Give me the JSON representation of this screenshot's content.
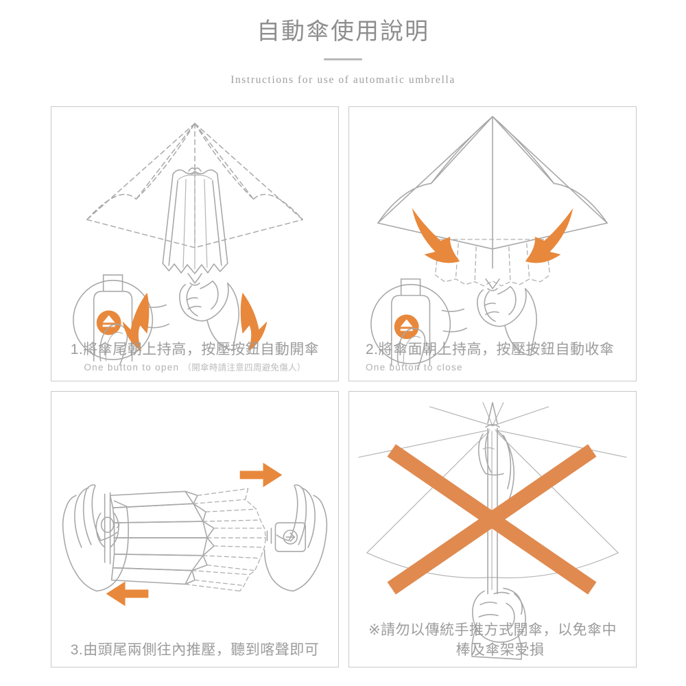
{
  "header": {
    "title": "自動傘使用說明",
    "subtitle": "Instructions for use of automatic umbrella",
    "divider_color": "#b9b9b9"
  },
  "theme": {
    "accent_orange": "#e8883c",
    "x_mark_orange": "#e08a50",
    "line_gray": "#a8a8a8",
    "text_gray": "#9c9c9c",
    "border_gray": "#c8c8c8",
    "background": "#ffffff"
  },
  "panels": [
    {
      "id": "step-1-open",
      "number": "1.",
      "caption_cn": "1.將傘尾朝上持高，按壓按鈕自動開傘",
      "caption_en": "One button to open",
      "caption_note": "（開傘時請注意四周避免傷人）",
      "align": "center",
      "illustration": "closed-umbrella-opening-with-dashed-canopy-and-button-inset",
      "button_icon": "eject-up-arrow-icon",
      "arrows": "two-curved-orange-arrows-outward-up"
    },
    {
      "id": "step-2-close",
      "number": "2.",
      "caption_cn": "2.將傘面朝上持高，按壓按鈕自動收傘",
      "caption_en": "One button to close",
      "caption_note": "",
      "align": "left",
      "illustration": "open-umbrella-closing-with-dashed-folds-and-button-inset",
      "button_icon": "eject-up-arrow-icon",
      "arrows": "two-curved-orange-arrows-inward-down"
    },
    {
      "id": "step-3-push",
      "number": "3.",
      "caption_cn": "3.由頭尾兩側往內推壓，聽到喀聲即可",
      "caption_en": "",
      "caption_note": "",
      "align": "center",
      "illustration": "two-hands-compressing-folded-umbrella-horizontally",
      "arrows": "two-straight-orange-arrows-inward"
    },
    {
      "id": "warning-no-manual-open",
      "number": "※",
      "caption_cn": "※請勿以傳統手推方式開傘，以免傘中",
      "caption_cn_line2": "棒及傘架受損",
      "caption_en": "",
      "caption_note": "",
      "align": "center",
      "illustration": "hand-manually-pushing-umbrella-crossed-out",
      "mark": "orange-x-cross-mark"
    }
  ]
}
